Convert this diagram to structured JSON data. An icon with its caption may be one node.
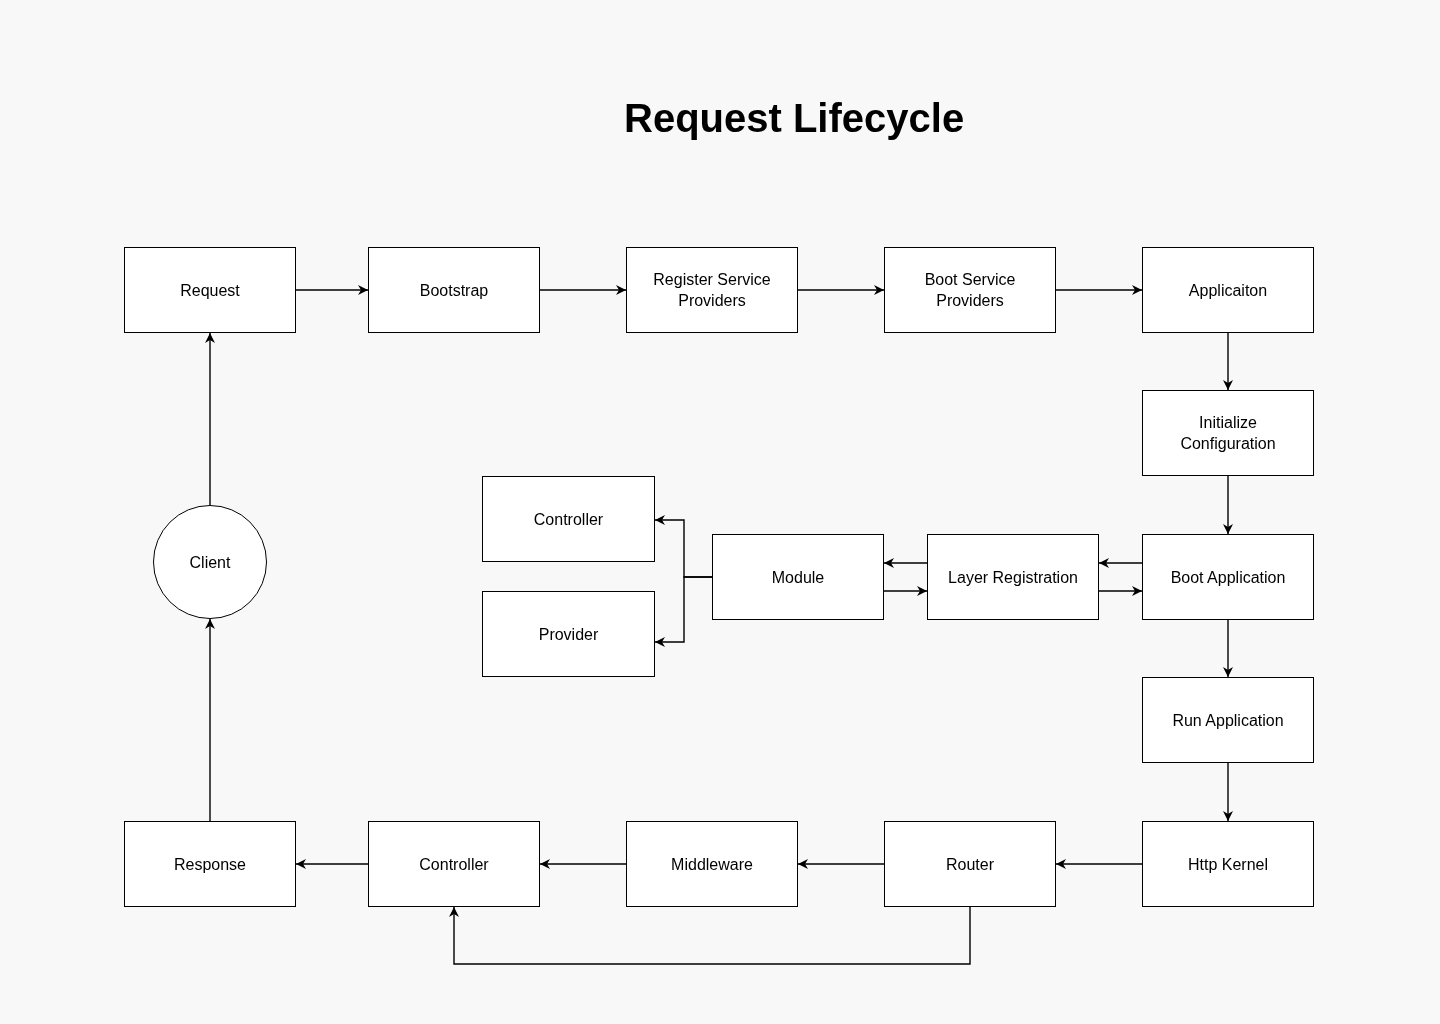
{
  "diagram": {
    "title": "Request Lifecycle",
    "nodes": [
      {
        "text": [
          "Request"
        ]
      },
      {
        "text": [
          "Bootstrap"
        ]
      },
      {
        "text": [
          "Register Service Providers"
        ]
      },
      {
        "text": [
          "Boot Service Providers"
        ]
      },
      {
        "text": [
          "Applicaiton"
        ]
      },
      {
        "text": [
          "Initialize Configuration"
        ]
      },
      {
        "text": [
          "Controller"
        ]
      },
      {
        "text": [
          "Module"
        ]
      },
      {
        "text": [
          "Layer Registration"
        ]
      },
      {
        "text": [
          "Boot Application"
        ]
      },
      {
        "text": [
          "Provider"
        ]
      },
      {
        "text": [
          "Client"
        ]
      },
      {
        "text": [
          "Run Application"
        ]
      },
      {
        "text": [
          "Response"
        ]
      },
      {
        "text": [
          "Controller"
        ]
      },
      {
        "text": [
          "Middleware"
        ]
      },
      {
        "text": [
          "Router"
        ]
      },
      {
        "text": [
          "Http Kernel"
        ]
      }
    ],
    "edges": [
      {
        "from": 0,
        "to": 1,
        "arrow": "to"
      },
      {
        "from": 1,
        "to": 2,
        "arrow": "to"
      },
      {
        "from": 2,
        "to": 3,
        "arrow": "to"
      },
      {
        "from": 3,
        "to": 4,
        "arrow": "to"
      },
      {
        "from": 4,
        "to": 5,
        "arrow": "to"
      },
      {
        "from": 5,
        "to": 9,
        "arrow": "to"
      },
      {
        "from": 9,
        "to": 8,
        "arrow": "to"
      },
      {
        "from": 8,
        "to": 9,
        "arrow": "to"
      },
      {
        "from": 8,
        "to": 7,
        "arrow": "to"
      },
      {
        "from": 7,
        "to": 8,
        "arrow": "to"
      },
      {
        "from": 7,
        "to": 6,
        "arrow": "to"
      },
      {
        "from": 7,
        "to": 10,
        "arrow": "to"
      },
      {
        "from": 9,
        "to": 12,
        "arrow": "to"
      },
      {
        "from": 12,
        "to": 17,
        "arrow": "to"
      },
      {
        "from": 17,
        "to": 16,
        "arrow": "to"
      },
      {
        "from": 16,
        "to": 15,
        "arrow": "to"
      },
      {
        "from": 15,
        "to": 14,
        "arrow": "to"
      },
      {
        "from": 14,
        "to": 13,
        "arrow": "to"
      },
      {
        "from": 16,
        "to": 14,
        "arrow": "to"
      },
      {
        "from": 13,
        "to": 11,
        "arrow": "to"
      },
      {
        "from": 11,
        "to": 0,
        "arrow": "to"
      }
    ]
  }
}
